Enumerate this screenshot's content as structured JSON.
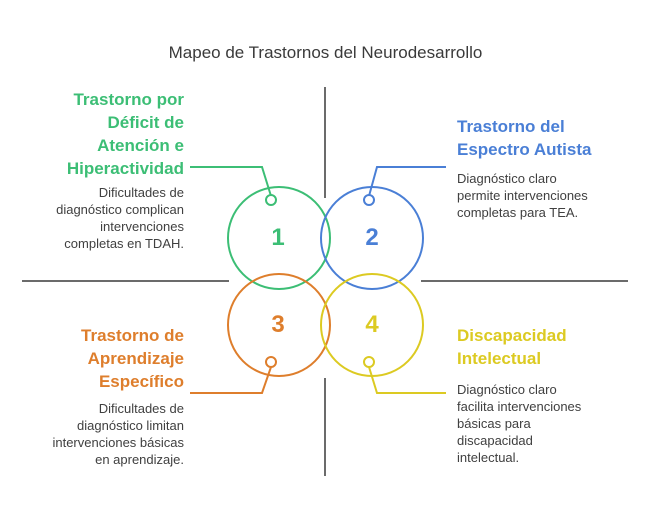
{
  "title": "Mapeo de Trastornos del Neurodesarrollo",
  "colors": {
    "green": "#3cbe75",
    "blue": "#4a7fd6",
    "orange": "#de7e2c",
    "yellow": "#dcca22",
    "axis": "#6b6b6b"
  },
  "quadrants": [
    {
      "number": "1",
      "heading_lines": [
        "Trastorno por",
        "Déficit de",
        "Atención e",
        "Hiperactividad"
      ],
      "description_lines": [
        "Dificultades de",
        "diagnóstico complican",
        "intervenciones",
        "completas en TDAH."
      ]
    },
    {
      "number": "2",
      "heading_lines": [
        "Trastorno del",
        "Espectro Autista"
      ],
      "description_lines": [
        "Diagnóstico claro",
        "permite intervenciones",
        "completas para TEA."
      ]
    },
    {
      "number": "3",
      "heading_lines": [
        "Trastorno de",
        "Aprendizaje",
        "Específico"
      ],
      "description_lines": [
        "Dificultades de",
        "diagnóstico limitan",
        "intervenciones básicas",
        "en aprendizaje."
      ]
    },
    {
      "number": "4",
      "heading_lines": [
        "Discapacidad",
        "Intelectual"
      ],
      "description_lines": [
        "Diagnóstico claro",
        "facilita intervenciones",
        "básicas para",
        "discapacidad",
        "intelectual."
      ]
    }
  ]
}
